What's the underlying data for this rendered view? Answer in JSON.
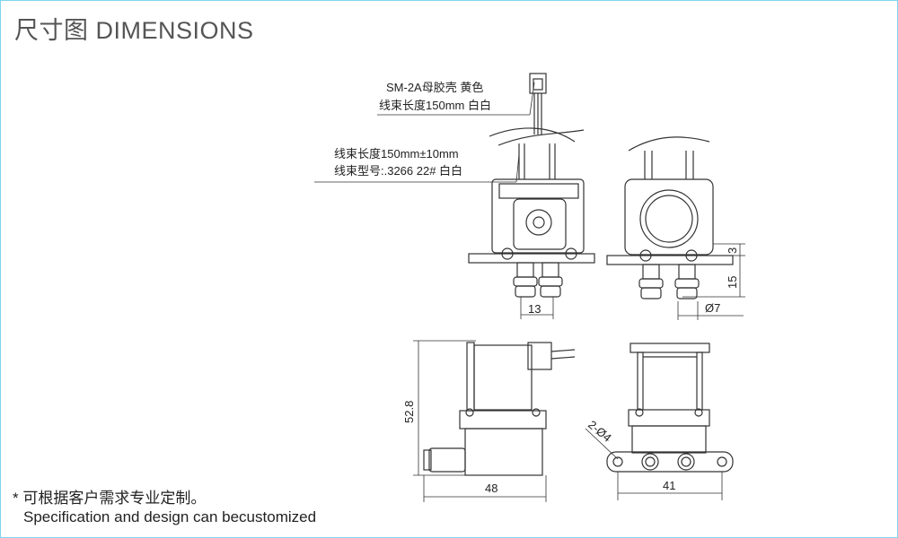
{
  "title": "尺寸图 DIMENSIONS",
  "callouts": {
    "connector_line1": "SM-2A母胶壳 黄色",
    "connector_line2": "线束长度150mm 白白",
    "harness_line1": "线束长度150mm±10mm",
    "harness_line2": "线束型号:.3266 22# 白白"
  },
  "dimensions": {
    "d13": "13",
    "d3": "3",
    "d15": "15",
    "d7": "Ø7",
    "d528": "52.8",
    "d48": "48",
    "d24": "2-Ø4",
    "d41": "41"
  },
  "notes": {
    "line1": "* 可根据客户需求专业定制。",
    "line2": "Specification and design can becustomized"
  }
}
